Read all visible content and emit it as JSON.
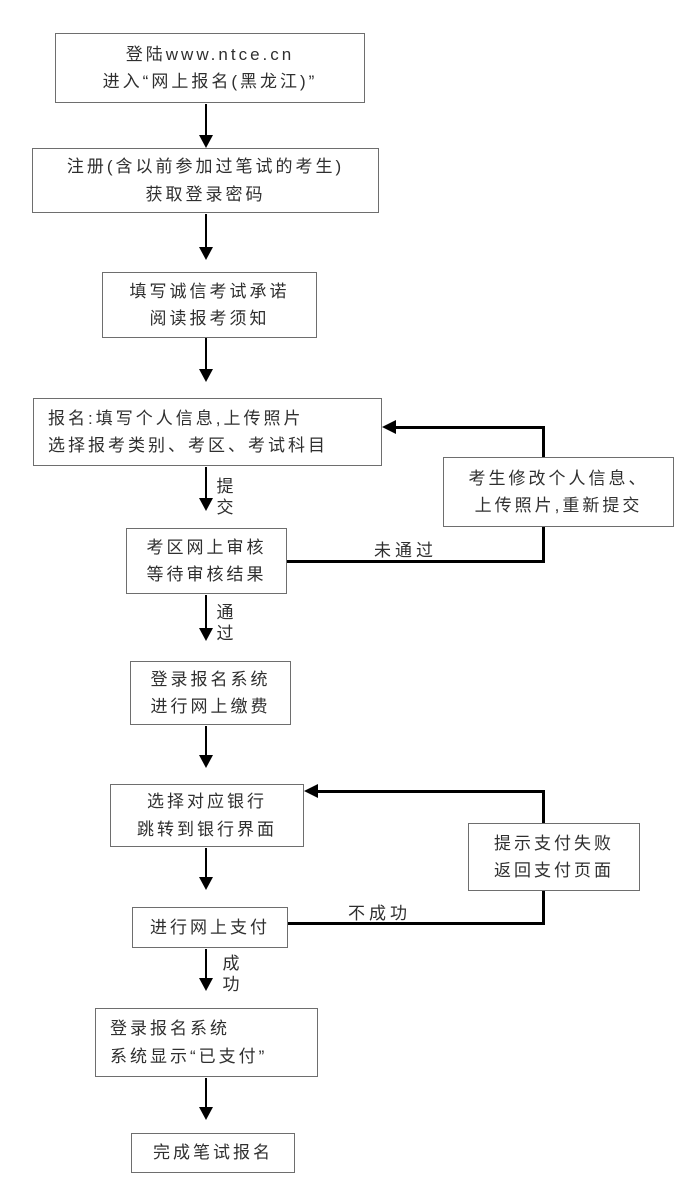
{
  "colors": {
    "background": "#ffffff",
    "box_border": "#6e6e6e",
    "arrow": "#000000",
    "text": "#2f2f2f"
  },
  "nodes": [
    {
      "id": "login",
      "lines": [
        "登陆www.ntce.cn",
        "进入“网上报名(黑龙江)”"
      ]
    },
    {
      "id": "register",
      "lines": [
        "注册(含以前参加过笔试的考生)",
        "获取登录密码"
      ]
    },
    {
      "id": "promise",
      "lines": [
        "填写诚信考试承诺",
        "阅读报考须知"
      ]
    },
    {
      "id": "apply",
      "lines": [
        "报名:填写个人信息,上传照片",
        "选择报考类别、考区、考试科目"
      ]
    },
    {
      "id": "review",
      "lines": [
        "考区网上审核",
        "等待审核结果"
      ]
    },
    {
      "id": "pay-login",
      "lines": [
        "登录报名系统",
        "进行网上缴费"
      ]
    },
    {
      "id": "bank",
      "lines": [
        "选择对应银行",
        "跳转到银行界面"
      ]
    },
    {
      "id": "payment",
      "lines": [
        "进行网上支付"
      ]
    },
    {
      "id": "paid",
      "lines": [
        "登录报名系统",
        "系统显示“已支付”"
      ]
    },
    {
      "id": "done",
      "lines": [
        "完成笔试报名"
      ]
    },
    {
      "id": "modify",
      "lines": [
        "考生修改个人信息、",
        "上传照片,重新提交"
      ]
    },
    {
      "id": "pay-fail",
      "lines": [
        "提示支付失败",
        "返回支付页面"
      ]
    }
  ],
  "edge_labels": {
    "submit": "提交",
    "pass": "通过",
    "not_pass": "未通过",
    "success": "成功",
    "not_success": "不成功"
  }
}
